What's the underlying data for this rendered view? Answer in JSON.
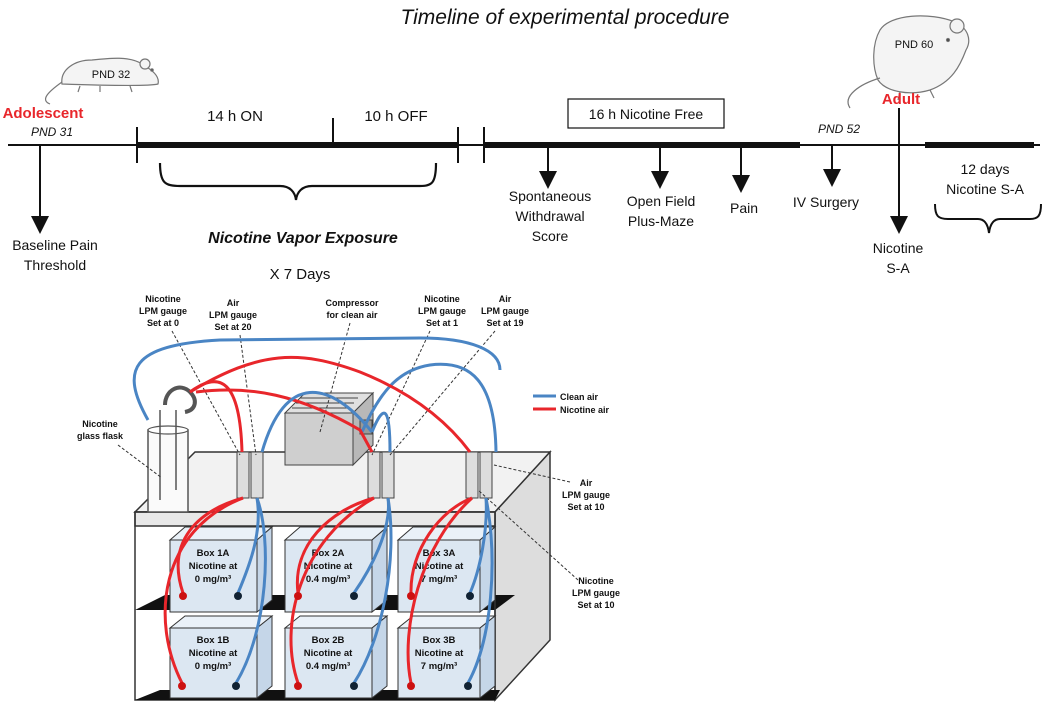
{
  "title": "Timeline of experimental procedure",
  "colors": {
    "red": "#e8262b",
    "clean_air": "#4a85c4",
    "nicotine_air": "#e8262b",
    "box_face": "#dce7f2",
    "cabinet": "#ececec"
  },
  "timeline": {
    "adolescent_label": "Adolescent",
    "pnd31": "PND 31",
    "rat1_pnd": "PND 32",
    "on_label": "14 h ON",
    "off_label": "10 h OFF",
    "vapor_label": "Nicotine Vapor Exposure",
    "days_label": "X 7 Days",
    "baseline_l1": "Baseline Pain",
    "baseline_l2": "Threshold",
    "nicotine_free": "16 h Nicotine Free",
    "spont_l1": "Spontaneous",
    "spont_l2": "Withdrawal",
    "spont_l3": "Score",
    "openfield_l1": "Open Field",
    "openfield_l2": "Plus-Maze",
    "pain": "Pain",
    "pnd52": "PND 52",
    "iv_surgery": "IV Surgery",
    "rat2_pnd": "PND 60",
    "adult_label": "Adult",
    "nicsa_l1": "Nicotine",
    "nicsa_l2": "S-A",
    "twelve_l1": "12 days",
    "twelve_l2": "Nicotine S-A"
  },
  "apparatus": {
    "nic_gauge0": [
      "Nicotine",
      "LPM gauge",
      "Set at 0"
    ],
    "air_gauge20": [
      "Air",
      "LPM gauge",
      "Set at 20"
    ],
    "compressor": [
      "Compressor",
      "for clean air"
    ],
    "nic_gauge1": [
      "Nicotine",
      "LPM gauge",
      "Set at 1"
    ],
    "air_gauge19": [
      "Air",
      "LPM gauge",
      "Set at 19"
    ],
    "flask": [
      "Nicotine",
      "glass flask"
    ],
    "legend_clean": "Clean air",
    "legend_nicotine": "Nicotine air",
    "air_gauge10": [
      "Air",
      "LPM gauge",
      "Set at 10"
    ],
    "nic_gauge10": [
      "Nicotine",
      "LPM gauge",
      "Set at 10"
    ],
    "boxes": [
      {
        "name": "Box 1A",
        "l2": "Nicotine at",
        "l3": "0 mg/m³"
      },
      {
        "name": "Box 2A",
        "l2": "Nicotine at",
        "l3": "0.4 mg/m³"
      },
      {
        "name": "Box 3A",
        "l2": "Nicotine at",
        "l3": "7 mg/m³"
      },
      {
        "name": "Box 1B",
        "l2": "Nicotine at",
        "l3": "0 mg/m³"
      },
      {
        "name": "Box 2B",
        "l2": "Nicotine at",
        "l3": "0.4 mg/m³"
      },
      {
        "name": "Box 3B",
        "l2": "Nicotine at",
        "l3": "7 mg/m³"
      }
    ]
  }
}
